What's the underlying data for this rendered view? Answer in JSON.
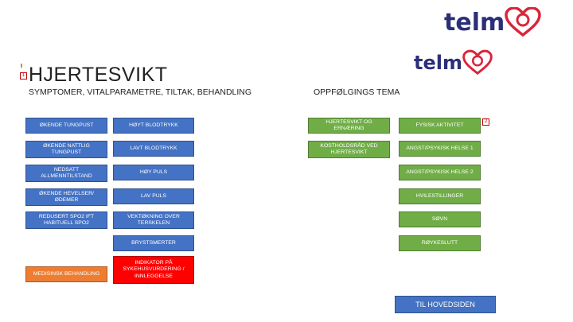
{
  "logos": {
    "large": {
      "text": "telm",
      "at": "@"
    },
    "small": {
      "text": "telm",
      "at": "@"
    }
  },
  "heading": {
    "title": "HJERTESVIKT",
    "marker": "1",
    "subtitle": "SYMPTOMER, VITALPARAMETRE, TILTAK, BEHANDLING",
    "followup_title": "OPPFØLGINGS TEMA"
  },
  "symptoms_col1": [
    "ØKENDE TUNGPUST",
    "ØKENDE NATTLIG TUNGPUST",
    "NEDSATT ALLMENNTILSTAND",
    "ØKENDE HEVELSER/ØDEMER",
    "REDUSERT SpO2 IFT HABITUELL SpO2"
  ],
  "symptoms_col2": [
    "HØYT BLODTRYKK",
    "LAVT BLODTRYKK",
    "HØY PULS",
    "LAV PULS",
    "VEKTØKNING OVER TERSKELEN",
    "BRYSTSMERTER"
  ],
  "medical_button": "MEDISINSK BEHANDLING",
  "indicator_button": "INDIKATOR PÅ SYKEHUSVURDERING / INNLEGGELSE",
  "followup_col1": [
    "HJERTESVIKT OG ERNÆRING",
    "KOSTHOLDSRÅD VED HJERTESVIKT"
  ],
  "followup_col2": [
    "FYSISK AKTIVITET",
    "ANGST/PSYKISK HELSE 1",
    "ANGST/PSYKISK HELSE 2",
    "HVILESTILLINGER",
    "SØVN",
    "RØYKESLUTT"
  ],
  "followup_marker": "2",
  "home_button": "TIL HOVEDSIDEN",
  "colors": {
    "blue": "#4472c4",
    "green": "#70ad47",
    "orange": "#ed7d31",
    "red": "#ff0000",
    "logo_text": "#2b2f7a",
    "logo_heart": "#d9253b"
  }
}
